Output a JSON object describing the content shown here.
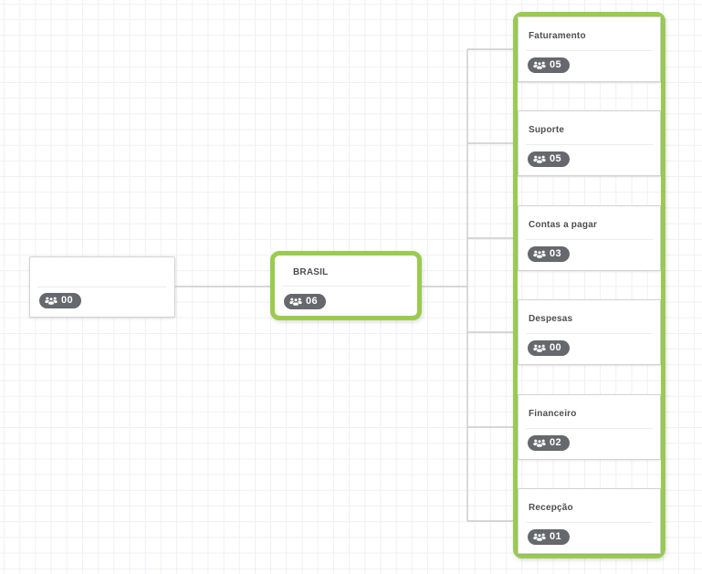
{
  "app": {
    "view_name": "organization-chart-canvas"
  },
  "palette": {
    "highlight": "#9acb50",
    "badge_bg": "#65686c",
    "badge_text": "#ffffff",
    "grid_line": "#f1eff4",
    "connector": "#cbcbcb",
    "node_border": "#d2d2d2",
    "title_text": "#4e4e50"
  },
  "icons": {
    "badge_icon": "people-group-icon"
  },
  "tree": {
    "root": {
      "title": "",
      "member_count": "00",
      "highlighted": false
    },
    "level2": [
      {
        "title": "BRASIL",
        "member_count": "06",
        "highlighted": true
      }
    ],
    "level3": [
      {
        "title": "Faturamento",
        "member_count": "05"
      },
      {
        "title": "Suporte",
        "member_count": "05"
      },
      {
        "title": "Contas a pagar",
        "member_count": "03"
      },
      {
        "title": "Despesas",
        "member_count": "00"
      },
      {
        "title": "Financeiro",
        "member_count": "02"
      },
      {
        "title": "Recepção",
        "member_count": "01"
      }
    ]
  }
}
